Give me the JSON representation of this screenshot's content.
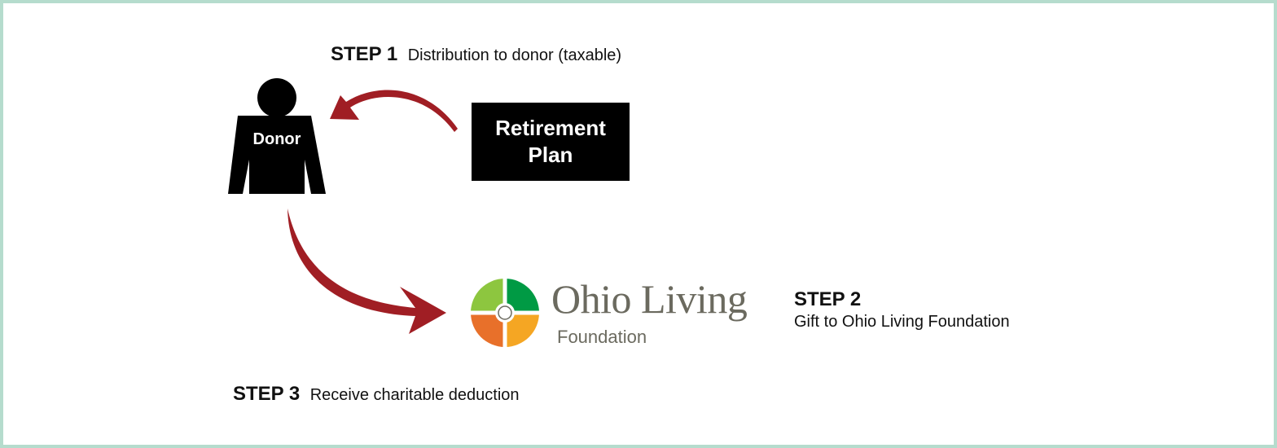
{
  "steps": {
    "step1": {
      "number": "STEP 1",
      "description": "Distribution to donor (taxable)"
    },
    "step2": {
      "number": "STEP 2",
      "description": "Gift to Ohio Living Foundation"
    },
    "step3": {
      "number": "STEP 3",
      "description": "Receive charitable deduction"
    }
  },
  "nodes": {
    "donor": "Donor",
    "retirement_plan": {
      "line1": "Retirement",
      "line2": "Plan"
    },
    "foundation": {
      "name": "Ohio Living",
      "subtitle": "Foundation"
    }
  },
  "colors": {
    "border": "#b5dccd",
    "arrow": "#a01e24",
    "text_gray": "#6b6a5f",
    "logo_green_light": "#8dc63f",
    "logo_green": "#009a44",
    "logo_orange": "#e8702a",
    "logo_yellow": "#f5a623"
  }
}
